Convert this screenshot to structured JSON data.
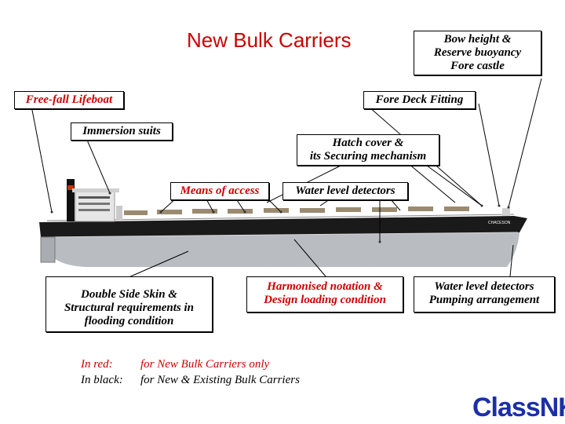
{
  "title": "New Bulk Carriers",
  "labels": {
    "bow_height": [
      "Bow height &",
      "Reserve buoyancy",
      "Fore castle"
    ],
    "free_fall": "Free-fall Lifeboat",
    "fore_deck": "Fore Deck Fitting",
    "immersion": "Immersion suits",
    "hatch_cover": [
      "Hatch cover &",
      "its Securing mechanism"
    ],
    "means_access": "Means of access",
    "water_level_1": "Water level detectors",
    "double_side": [
      "Double Side Skin &",
      "Structural requirements in",
      "flooding condition"
    ],
    "harmonised": [
      "Harmonised notation &",
      "Design loading condition"
    ],
    "water_pump": [
      "Water level detectors",
      "Pumping arrangement"
    ]
  },
  "legend": {
    "red_key": "In red:",
    "red_text": "for New Bulk Carriers only",
    "black_key": "In black:",
    "black_text": "for New & Existing Bulk Carriers"
  },
  "ship_name": "CHACESON",
  "logo": "ClassNK",
  "colors": {
    "red": "#cc0000",
    "black": "#000000",
    "logo": "#1c2fa8",
    "hull_dark": "#1a1a1a",
    "hull_grey": "#b9bcc0"
  }
}
